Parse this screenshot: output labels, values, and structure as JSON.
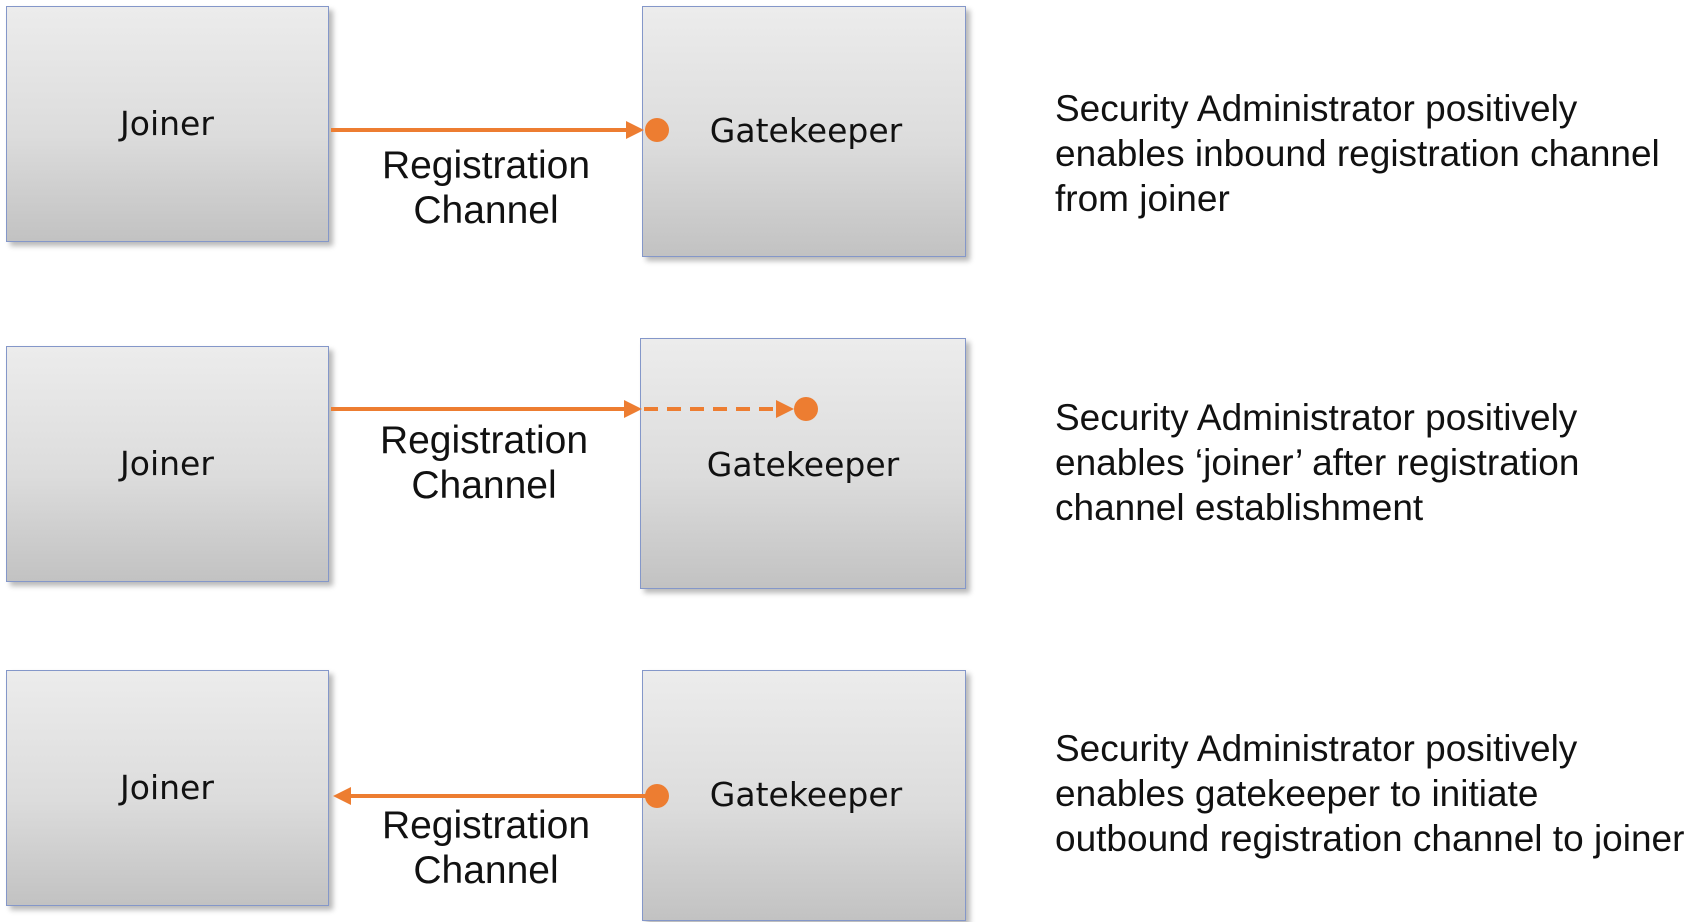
{
  "colors": {
    "connector": "#ED7D31",
    "box_border": "#8497C9",
    "text": "#111111"
  },
  "rows": [
    {
      "joiner_label": "Joiner",
      "gatekeeper_label": "Gatekeeper",
      "channel_label": [
        "Registration",
        "Channel"
      ],
      "description": [
        "Security Administrator positively",
        "enables inbound registration channel",
        "from joiner"
      ]
    },
    {
      "joiner_label": "Joiner",
      "gatekeeper_label": "Gatekeeper",
      "channel_label": [
        "Registration",
        "Channel"
      ],
      "description": [
        "Security Administrator positively",
        "enables ‘joiner’ after registration",
        "channel establishment"
      ]
    },
    {
      "joiner_label": "Joiner",
      "gatekeeper_label": "Gatekeeper",
      "channel_label": [
        "Registration",
        "Channel"
      ],
      "description": [
        "Security Administrator positively",
        "enables gatekeeper to initiate",
        "outbound registration channel to joiner"
      ]
    }
  ]
}
